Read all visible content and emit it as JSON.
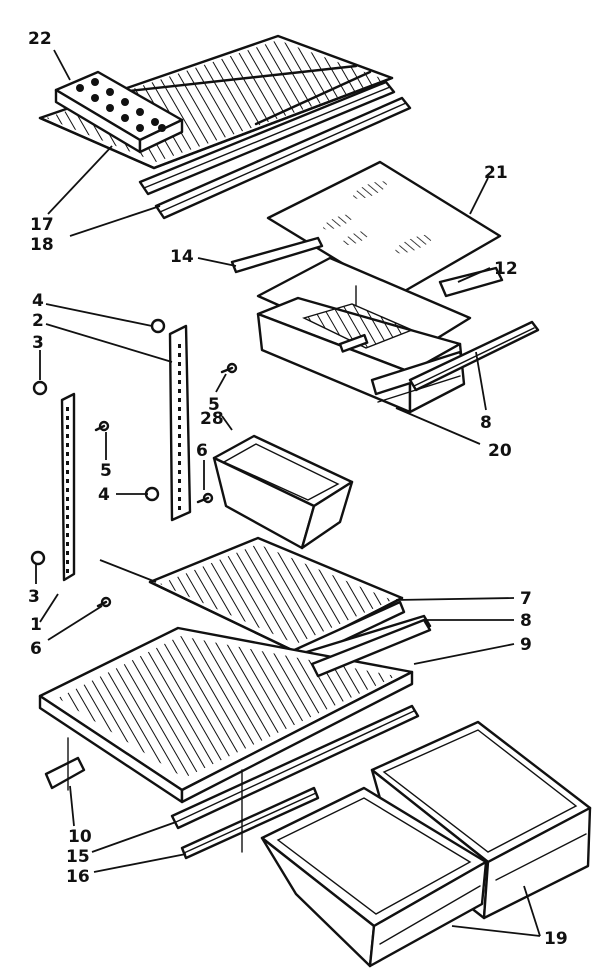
{
  "callouts": [
    {
      "id": "c22",
      "text": "22"
    },
    {
      "id": "c21",
      "text": "21"
    },
    {
      "id": "c17",
      "text": "17"
    },
    {
      "id": "c18",
      "text": "18"
    },
    {
      "id": "c14",
      "text": "14"
    },
    {
      "id": "c12",
      "text": "12"
    },
    {
      "id": "c4a",
      "text": "4"
    },
    {
      "id": "c2",
      "text": "2"
    },
    {
      "id": "c3a",
      "text": "3"
    },
    {
      "id": "c5a",
      "text": "5"
    },
    {
      "id": "c28",
      "text": "28"
    },
    {
      "id": "c8a",
      "text": "8"
    },
    {
      "id": "c5b",
      "text": "5"
    },
    {
      "id": "c6a",
      "text": "6"
    },
    {
      "id": "c20",
      "text": "20"
    },
    {
      "id": "c4b",
      "text": "4"
    },
    {
      "id": "c3b",
      "text": "3"
    },
    {
      "id": "c7",
      "text": "7"
    },
    {
      "id": "c8b",
      "text": "8"
    },
    {
      "id": "c1",
      "text": "1"
    },
    {
      "id": "c6b",
      "text": "6"
    },
    {
      "id": "c9",
      "text": "9"
    },
    {
      "id": "c10",
      "text": "10"
    },
    {
      "id": "c15",
      "text": "15"
    },
    {
      "id": "c16",
      "text": "16"
    },
    {
      "id": "c19",
      "text": "19"
    }
  ]
}
